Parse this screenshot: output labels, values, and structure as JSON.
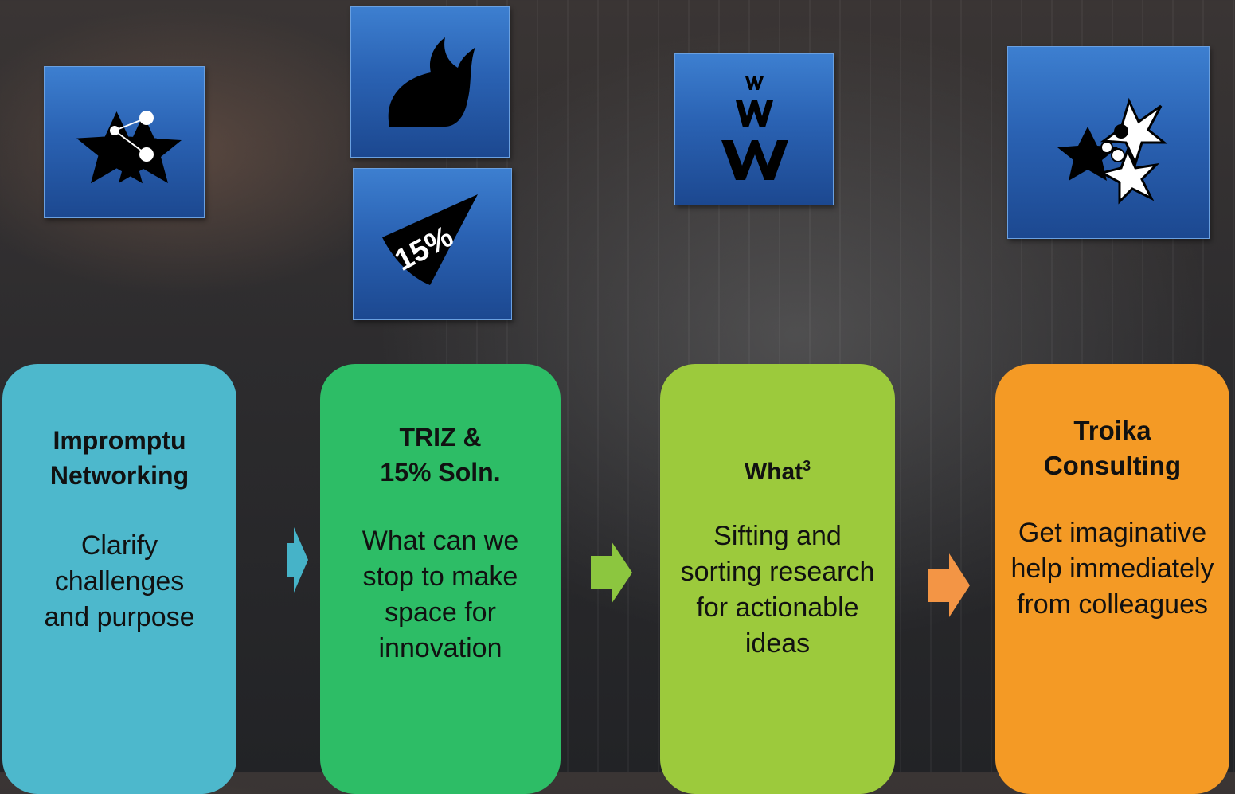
{
  "steps": [
    {
      "title_lines": [
        "Impromptu",
        "Networking"
      ],
      "desc_lines": [
        "Clarify",
        "challenges",
        "and purpose"
      ],
      "icons": [
        "impromptu-networking-icon"
      ],
      "color": "#4db8cc"
    },
    {
      "title_lines": [
        "TRIZ &",
        "15% Soln."
      ],
      "desc_lines": [
        "What can we",
        "stop to make",
        "space for",
        "innovation"
      ],
      "icons": [
        "triz-flame-icon",
        "fifteen-percent-solution-icon"
      ],
      "icon_text": "15%",
      "color": "#2dbd66"
    },
    {
      "title_main": "What",
      "title_sup": "3",
      "desc_lines": [
        "Sifting and",
        "sorting research",
        "for actionable",
        "ideas"
      ],
      "icons": [
        "what-cubed-icon"
      ],
      "color": "#9cca3c"
    },
    {
      "title_lines": [
        "Troika",
        "Consulting"
      ],
      "desc_lines": [
        "Get imaginative",
        "help immediately",
        "from colleagues"
      ],
      "icons": [
        "troika-consulting-icon"
      ],
      "color": "#f49a25"
    }
  ],
  "arrows": [
    {
      "color": "#46b3c8"
    },
    {
      "color": "#8cc63f"
    },
    {
      "color": "#f39545"
    }
  ]
}
